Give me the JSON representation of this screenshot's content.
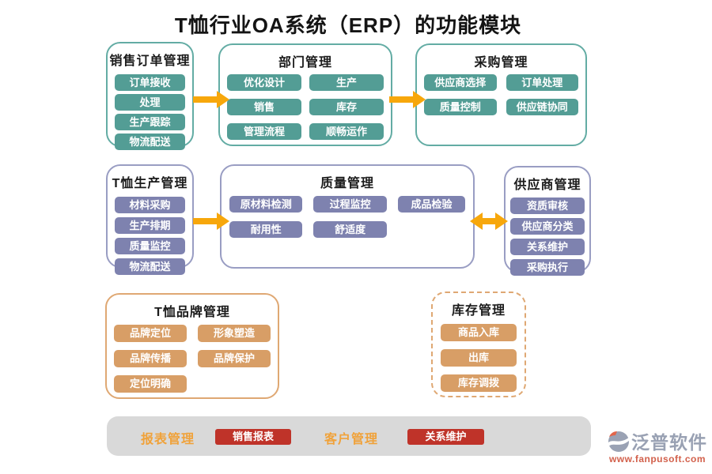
{
  "title": "T恤行业OA系统（ERP）的功能模块",
  "modules": [
    {
      "title": "销售订单管理",
      "items": [
        "订单接收",
        "处理",
        "生产跟踪",
        "物流配送"
      ]
    },
    {
      "title": "部门管理",
      "items": [
        "优化设计",
        "生产",
        "销售",
        "库存",
        "管理流程",
        "顺畅运作"
      ]
    },
    {
      "title": "采购管理",
      "items": [
        "供应商选择",
        "订单处理",
        "质量控制",
        "供应链协同"
      ]
    },
    {
      "title": "T恤生产管理",
      "items": [
        "材料采购",
        "生产排期",
        "质量监控",
        "物流配送"
      ]
    },
    {
      "title": "质量管理",
      "items": [
        "原材料检测",
        "过程监控",
        "成品检验",
        "耐用性",
        "舒适度"
      ]
    },
    {
      "title": "供应商管理",
      "items": [
        "资质审核",
        "供应商分类",
        "关系维护",
        "采购执行"
      ]
    },
    {
      "title": "T恤品牌管理",
      "items": [
        "品牌定位",
        "形象塑造",
        "品牌传播",
        "品牌保护",
        "定位明确"
      ]
    },
    {
      "title": "库存管理",
      "items": [
        "商品入库",
        "出库",
        "库存调拨"
      ]
    }
  ],
  "bottom_bar": {
    "groups": [
      {
        "label": "报表管理",
        "button": "销售报表"
      },
      {
        "label": "客户管理",
        "button": "关系维护"
      }
    ]
  },
  "footer": {
    "brand": "泛普软件",
    "url": "www.fanpusoft.com"
  },
  "colors": {
    "teal": "#539d95",
    "purple": "#7e82af",
    "orange": "#d89e66",
    "red": "#bf3329",
    "arrow": "#f7a70b",
    "bar_bg": "#d9d9d9",
    "bar_label": "#f0a23a"
  }
}
